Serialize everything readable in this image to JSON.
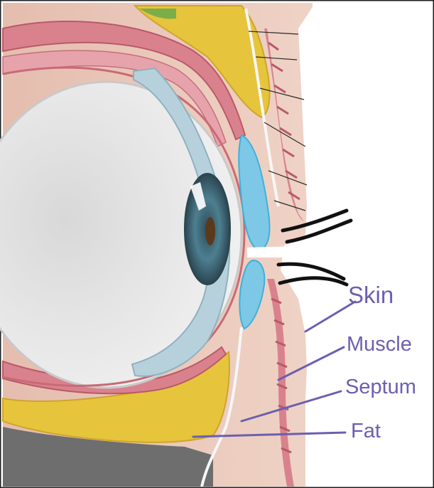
{
  "labels": {
    "skin": "Skin",
    "muscle": "Muscle",
    "septum": "Septum",
    "fat": "Fat"
  },
  "colors": {
    "label_text": "#6b5fb0",
    "leader_line": "#6b5fb0",
    "tissue_pink": "#e9c7b9",
    "muscle_red": "#d9828e",
    "fat_yellow": "#e6c43c",
    "globe_grey": "#e2e2e2",
    "cornea_blue": "#b7d1dc",
    "tarsal_cyan": "#3fb0d8",
    "iris_teal": "#3f6e80",
    "pupil_brown": "#5a3a1c",
    "incision_black": "#111111"
  },
  "icons": {
    "incision_marks": "curved-black-lines"
  }
}
